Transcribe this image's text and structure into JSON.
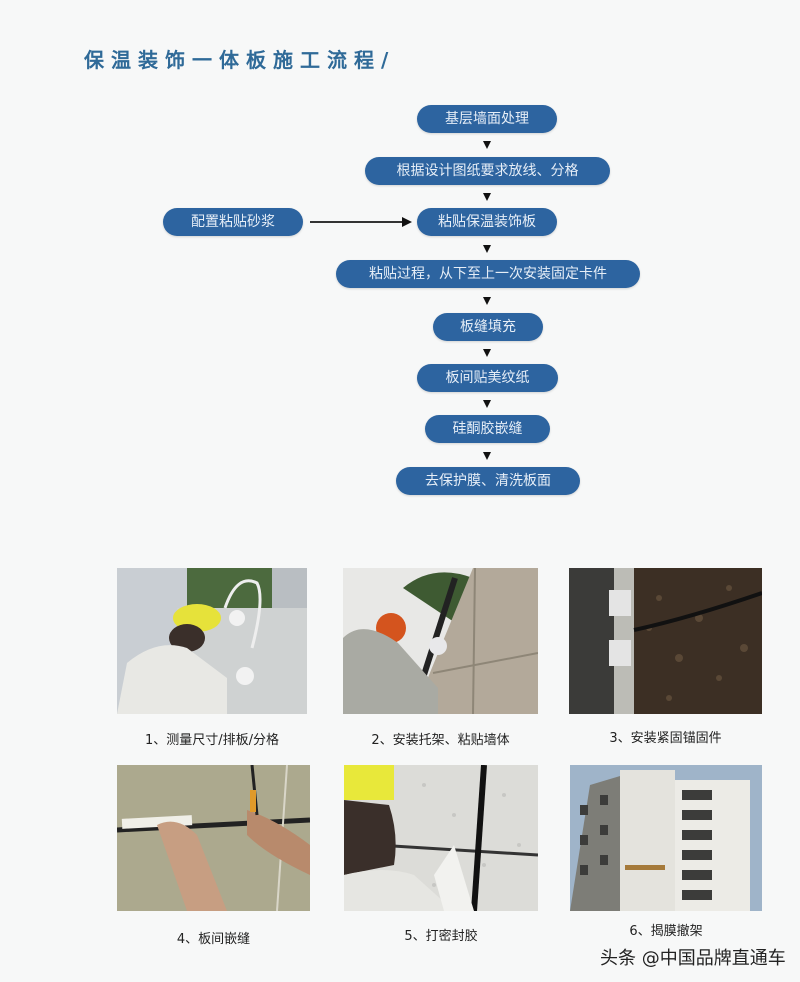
{
  "title": "保温装饰一体板施工流程/",
  "flow": {
    "steps": [
      "基层墙面处理",
      "根据设计图纸要求放线、分格",
      "粘贴保温装饰板",
      "粘贴过程，从下至上一次安装固定卡件",
      "板缝填充",
      "板间贴美纹纸",
      "硅酮胶嵌缝",
      "去保护膜、清洗板面"
    ],
    "side_input": "配置粘贴砂浆",
    "box_color": "#2d64a0"
  },
  "photos": [
    {
      "caption": "1、测量尺寸/排板/分格"
    },
    {
      "caption": "2、安装托架、粘贴墙体"
    },
    {
      "caption": "3、安装紧固锚固件"
    },
    {
      "caption": "4、板间嵌缝"
    },
    {
      "caption": "5、打密封胶"
    },
    {
      "caption": "6、揭膜撤架"
    }
  ],
  "watermark": "头条 @中国品牌直通车"
}
